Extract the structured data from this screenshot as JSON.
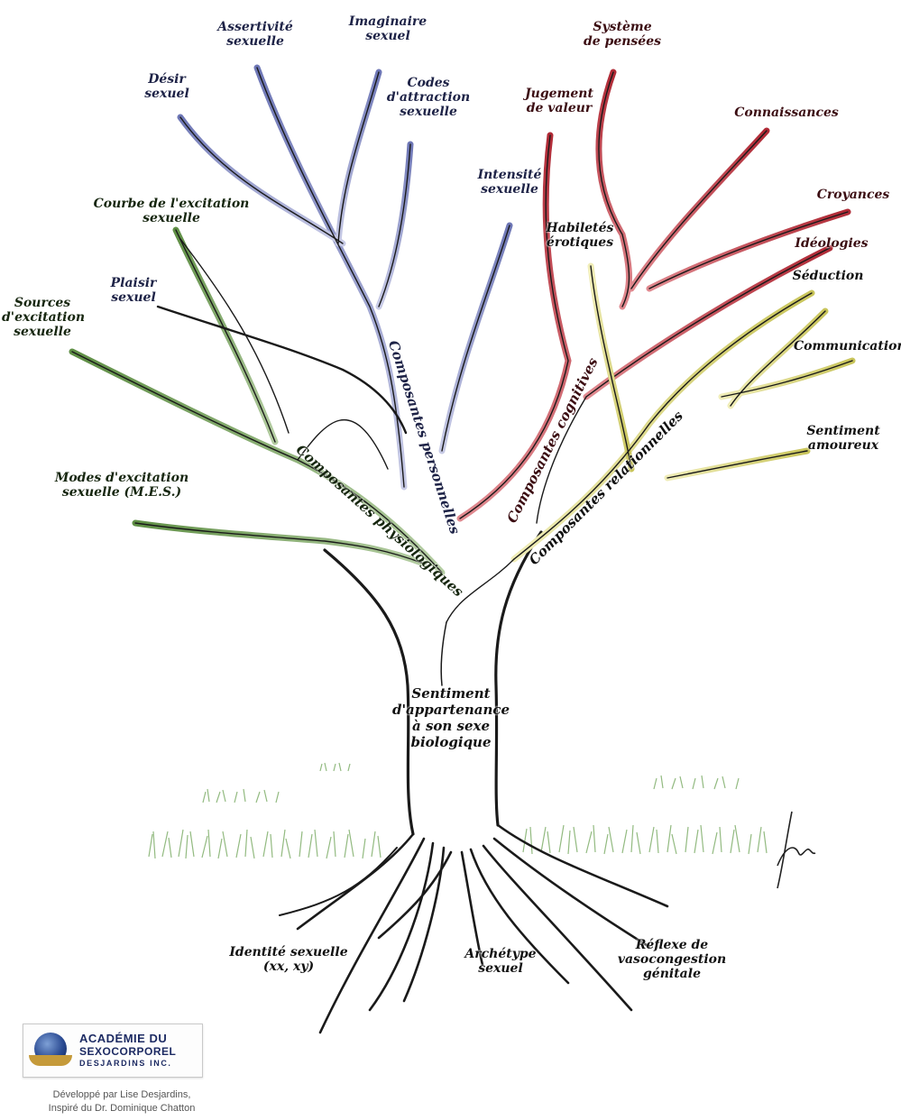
{
  "labels": {
    "assertivite": "Assertivité\nsexuelle",
    "imaginaire": "Imaginaire\nsexuel",
    "systeme": "Système\nde pensées",
    "desir": "Désir\nsexuel",
    "codes": "Codes\nd'attraction\nsexuelle",
    "jugement": "Jugement\nde valeur",
    "connaissances": "Connaissances",
    "intensite": "Intensité\nsexuelle",
    "croyances": "Croyances",
    "courbe": "Courbe de l'excitation\nsexuelle",
    "habiletes": "Habiletés\nérotiques",
    "ideologies": "Idéologies",
    "plaisir": "Plaisir\nsexuel",
    "seduction": "Séduction",
    "sources": "Sources\nd'excitation\nsexuelle",
    "communication": "Communication",
    "sentiment_amoureux": "Sentiment\namoureux",
    "modes": "Modes d'excitation\nsexuelle (M.E.S.)",
    "trunk": "Sentiment\nd'appartenance\nà son sexe\nbiologique",
    "identite": "Identité sexuelle\n(xx, xy)",
    "archetype": "Archétype\nsexuel",
    "reflexe": "Réflexe de\nvasocongestion\ngénitale"
  },
  "branches": {
    "personnelles": "Composantes personnelles",
    "cognitives": "Composantes cognitives",
    "physiologiques": "Composantes physiologiques",
    "relationnelles": "Composantes relationnelles"
  },
  "logo": {
    "line1": "ACADÉMIE DU",
    "line2": "SEXOCORPOREL",
    "line3": "DESJARDINS INC."
  },
  "credit": {
    "line1": "Développé par Lise Desjardins,",
    "line2": "Inspiré du Dr. Dominique Chatton"
  },
  "colors": {
    "personnelles": "#8f96c8",
    "cognitives": "#c0404a",
    "physiologiques": "#6f9a55",
    "relationnelles": "#d8d57a",
    "outline": "#1a1a1a",
    "grass": "#7fae6a"
  }
}
